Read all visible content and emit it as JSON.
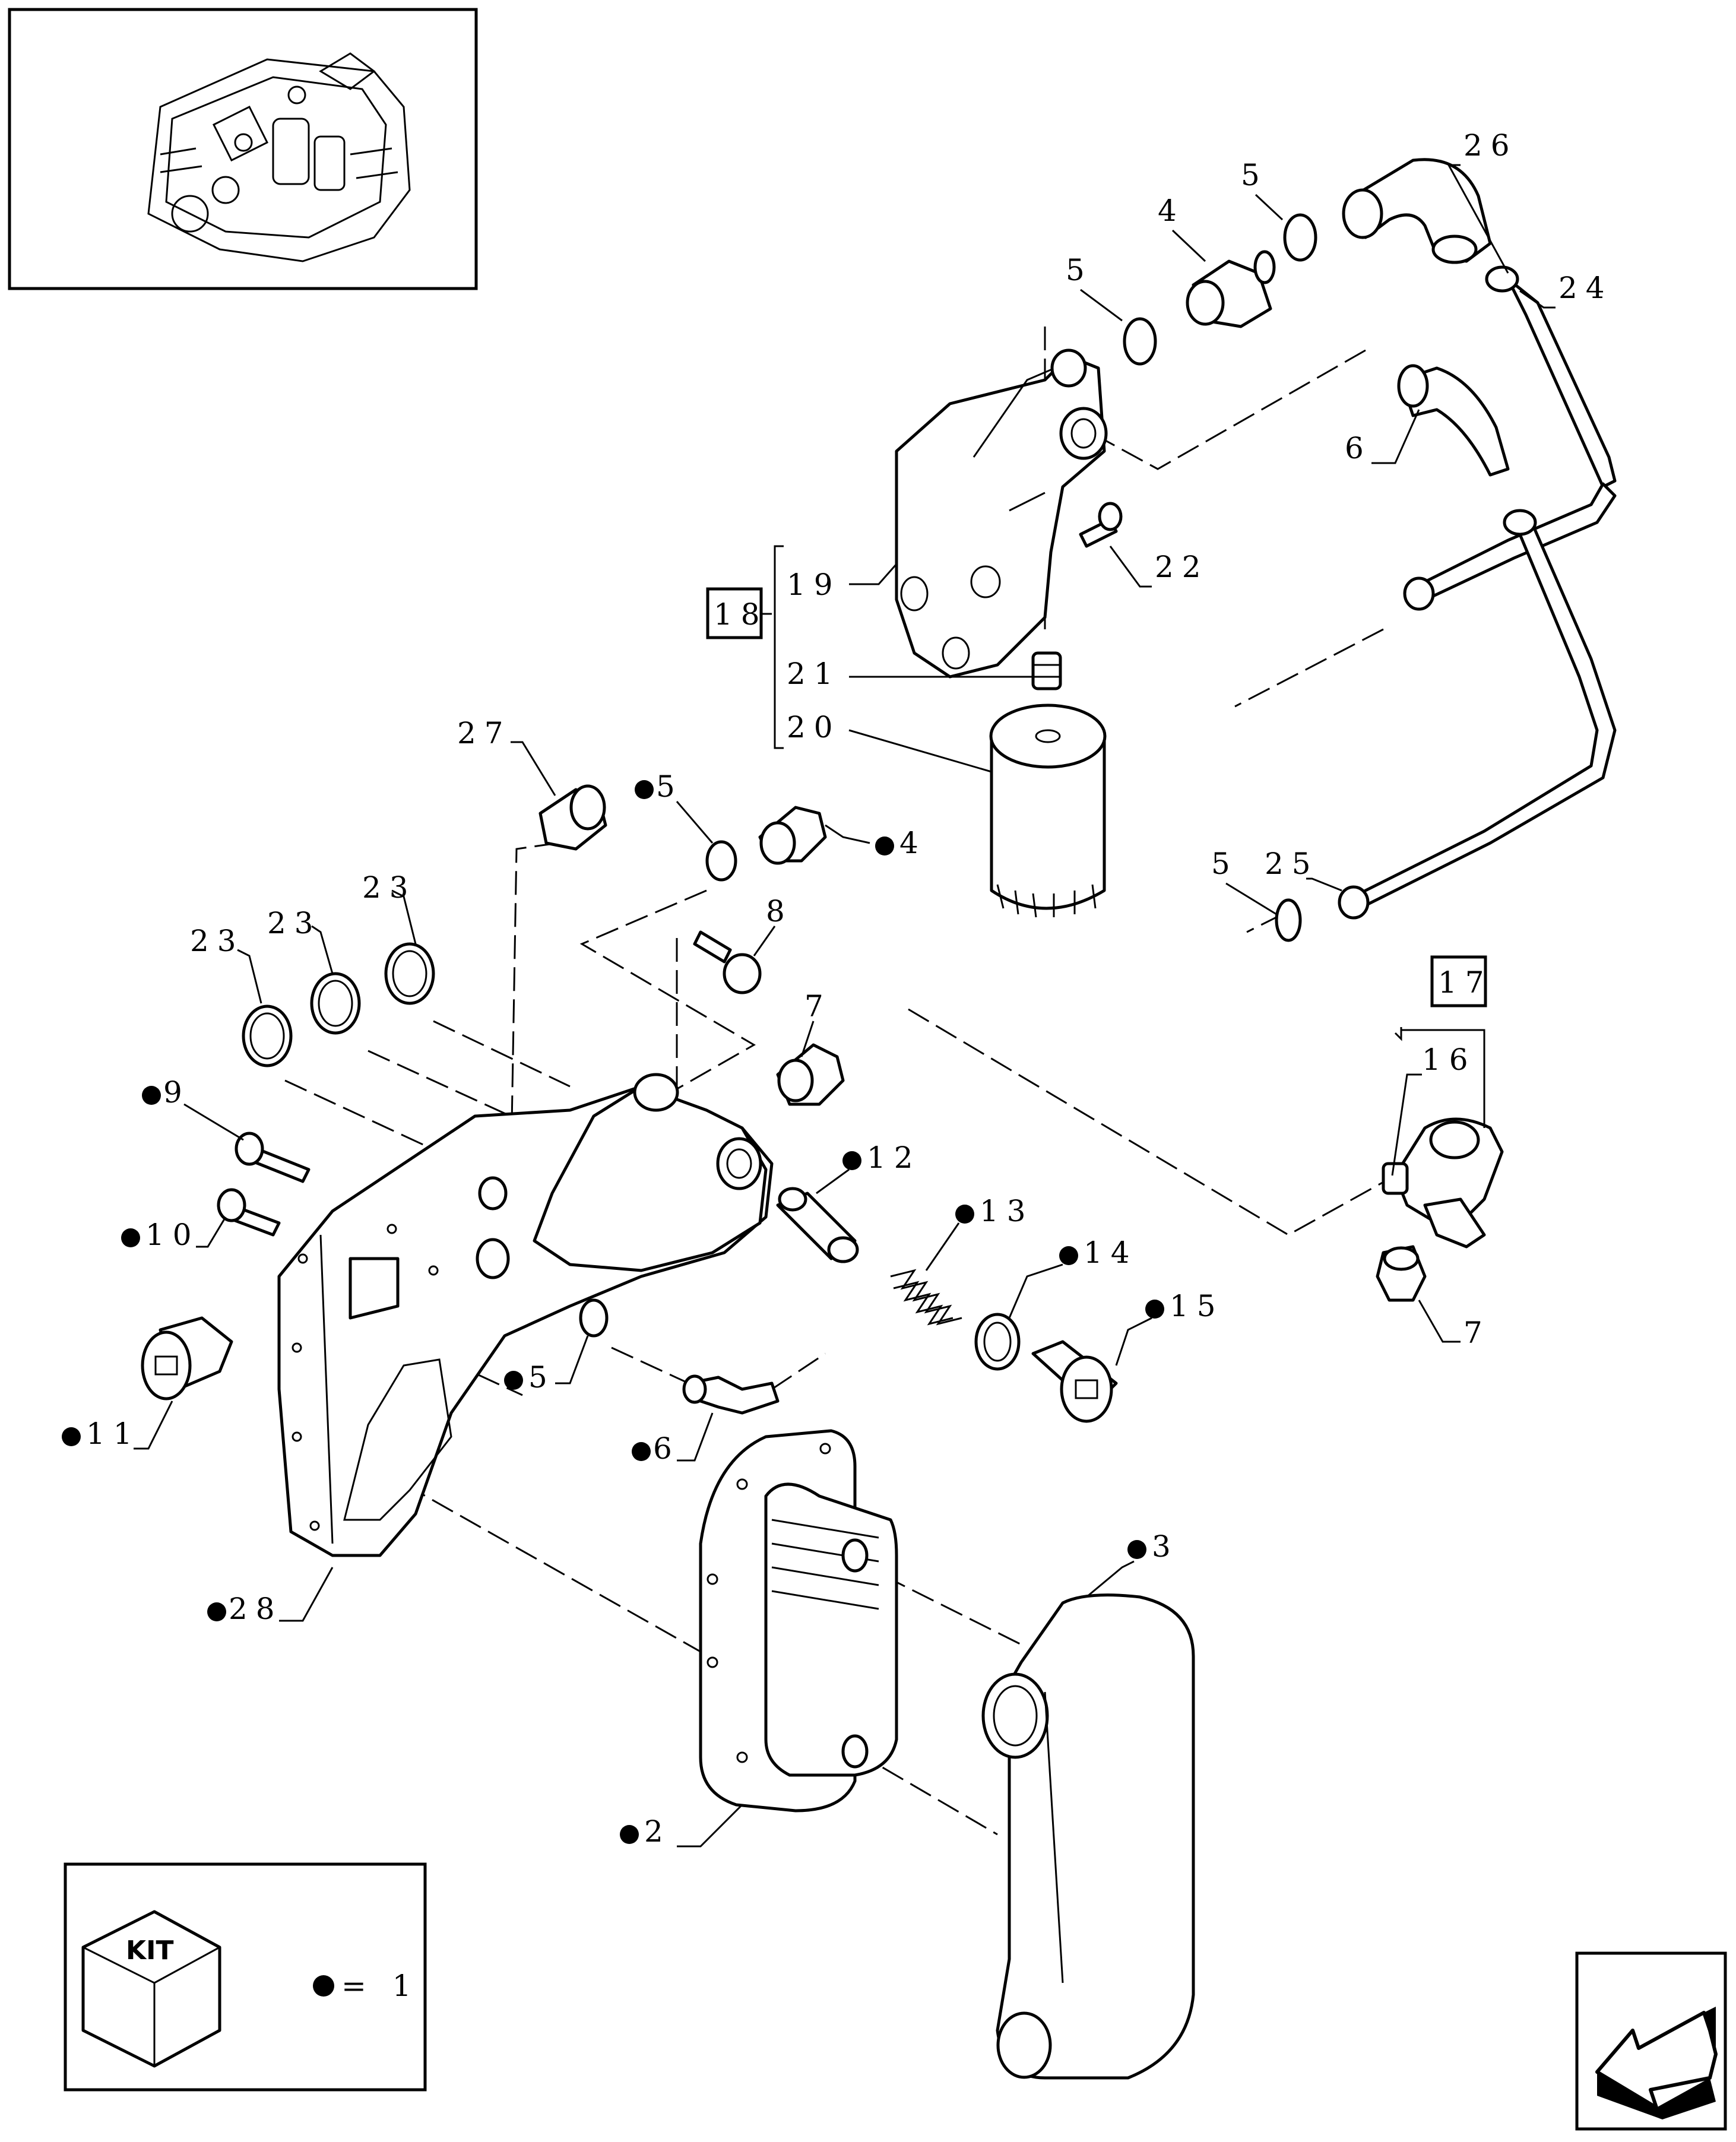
{
  "callouts": {
    "c2": "2",
    "c3": "3",
    "c4a": "4",
    "c4b": "4",
    "c5a": "5",
    "c5b": "5",
    "c5c": "5",
    "c5d": "5",
    "c5e": "5",
    "c6a": "6",
    "c6b": "6",
    "c7a": "7",
    "c7b": "7",
    "c8": "8",
    "c9": "9",
    "c10": "10",
    "c11": "11",
    "c12": "12",
    "c13": "13",
    "c14": "14",
    "c15": "15",
    "c16": "16",
    "c17": "17",
    "c18": "18",
    "c19": "19",
    "c20": "20",
    "c21": "21",
    "c22": "22",
    "c23a": "23",
    "c23b": "23",
    "c23c": "23",
    "c24": "24",
    "c25": "25",
    "c26": "26",
    "c27": "27",
    "c28": "28"
  },
  "legend": {
    "kit_label": "KIT",
    "equals_text": "= 1"
  },
  "icons": {
    "engine_thumbnail": "engine-thumbnail-icon",
    "kit_box": "kit-box-icon",
    "navigation_arrow": "back-arrow-icon"
  }
}
